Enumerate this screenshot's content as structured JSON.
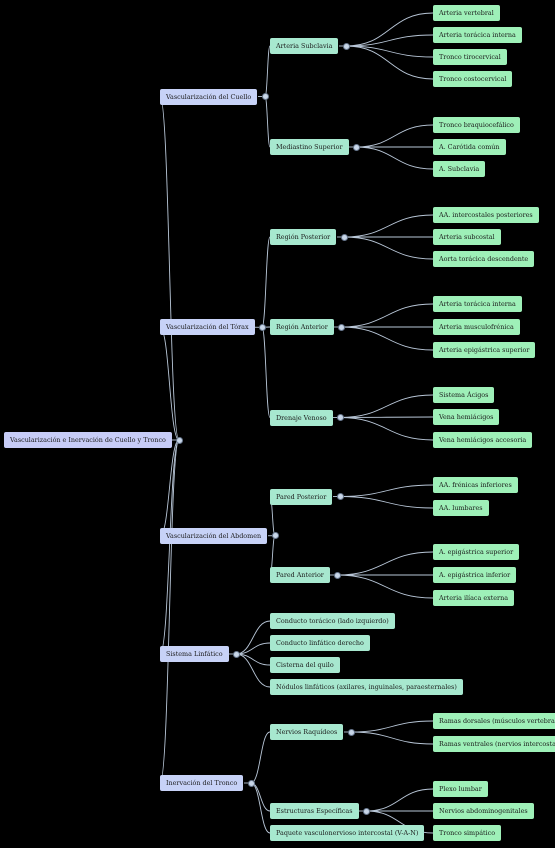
{
  "root": {
    "label": "Vascularización e Inervación de Cuello y Tronco",
    "children": [
      {
        "label": "Vascularización del Cuello",
        "children": [
          {
            "label": "Arteria Subclavia",
            "children": [
              {
                "label": "Arteria vertebral"
              },
              {
                "label": "Arteria torácica interna"
              },
              {
                "label": "Tronco tirocervical"
              },
              {
                "label": "Tronco costocervical"
              }
            ]
          },
          {
            "label": "Mediastino Superior",
            "children": [
              {
                "label": "Tronco braquiocefálico"
              },
              {
                "label": "A. Carótida común"
              },
              {
                "label": "A. Subclavia"
              }
            ]
          }
        ]
      },
      {
        "label": "Vascularización del Tórax",
        "children": [
          {
            "label": "Región Posterior",
            "children": [
              {
                "label": "AA. intercostales posteriores"
              },
              {
                "label": "Arteria subcostal"
              },
              {
                "label": "Aorta torácica descendente"
              }
            ]
          },
          {
            "label": "Región Anterior",
            "children": [
              {
                "label": "Arteria torácica interna"
              },
              {
                "label": "Arteria musculofrénica"
              },
              {
                "label": "Arteria epigástrica superior"
              }
            ]
          },
          {
            "label": "Drenaje Venoso",
            "children": [
              {
                "label": "Sistema Ácigos"
              },
              {
                "label": "Vena hemiácigos"
              },
              {
                "label": "Vena hemiácigos accesoria"
              }
            ]
          }
        ]
      },
      {
        "label": "Vascularización del Abdomen",
        "children": [
          {
            "label": "Pared Posterior",
            "children": [
              {
                "label": "AA. frénicas inferiores"
              },
              {
                "label": "AA. lumbares"
              }
            ]
          },
          {
            "label": "Pared Anterior",
            "children": [
              {
                "label": "A. epigástrica superior"
              },
              {
                "label": "A. epigástrica inferior"
              },
              {
                "label": "Arteria ilíaca externa"
              }
            ]
          }
        ]
      },
      {
        "label": "Sistema Linfático",
        "children": [
          {
            "label": "Conducto torácico (lado izquierdo)"
          },
          {
            "label": "Conducto linfático derecho"
          },
          {
            "label": "Cisterna del quilo"
          },
          {
            "label": "Nódulos linfáticos (axilares, inguinales, paraesternales)"
          }
        ]
      },
      {
        "label": "Inervación del Tronco",
        "children": [
          {
            "label": "Nervios Raquídeos",
            "children": [
              {
                "label": "Ramas dorsales (músculos vertebrales)"
              },
              {
                "label": "Ramas ventrales (nervios intercostales)"
              }
            ]
          },
          {
            "label": "Estructuras Específicas",
            "children": [
              {
                "label": "Plexo lumbar"
              },
              {
                "label": "Nervios abdominogenitales"
              },
              {
                "label": "Tronco simpático"
              }
            ]
          },
          {
            "label": "Paquete vasculonervioso intercostal (V-A-N)"
          }
        ]
      }
    ]
  }
}
